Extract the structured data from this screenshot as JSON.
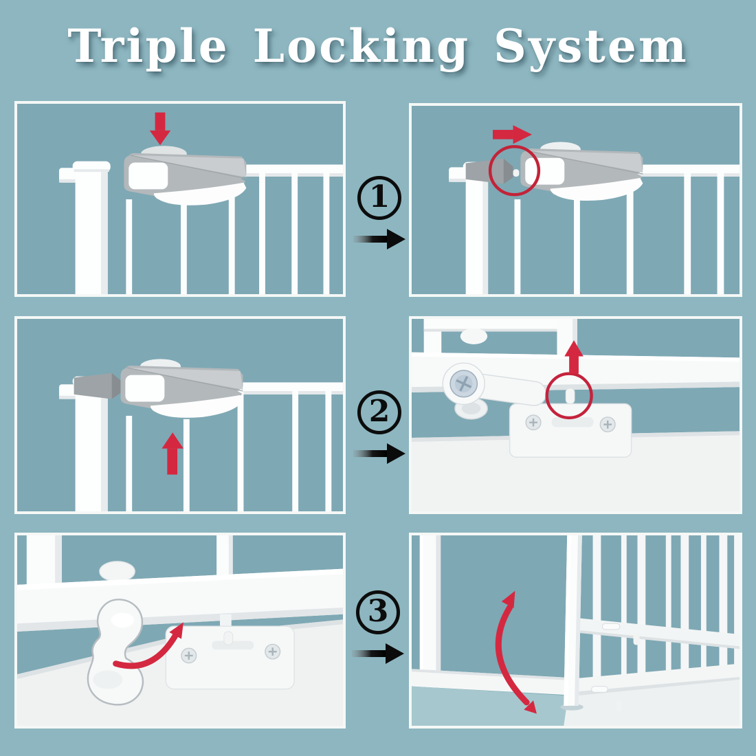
{
  "title": "Triple Locking System",
  "steps": [
    {
      "number": "1",
      "marker_icon": "circled-number-1",
      "arrow_icon": "black-right-arrow"
    },
    {
      "number": "2",
      "marker_icon": "circled-number-2",
      "arrow_icon": "black-right-arrow"
    },
    {
      "number": "3",
      "marker_icon": "circled-number-3",
      "arrow_icon": "black-right-arrow"
    }
  ],
  "panels": [
    {
      "id": "step1-before",
      "icon": "red-down-arrow"
    },
    {
      "id": "step1-after",
      "icon": "red-right-arrow-with-circle"
    },
    {
      "id": "step2-before",
      "icon": "red-up-arrow"
    },
    {
      "id": "step2-after",
      "icon": "red-up-arrow-with-circle"
    },
    {
      "id": "step3-before",
      "icon": "red-curved-arrow"
    },
    {
      "id": "step3-after",
      "icon": "red-double-curved-arrow"
    }
  ],
  "colors": {
    "background": "#8db6c0",
    "panel_background": "#7ea8b4",
    "panel_border": "#f5f8f6",
    "accent_red": "#d42840",
    "red_circle": "#c22338",
    "step_black": "#0c0c0c",
    "white": "#ffffff",
    "latch_gray": "#b3b8bb"
  }
}
